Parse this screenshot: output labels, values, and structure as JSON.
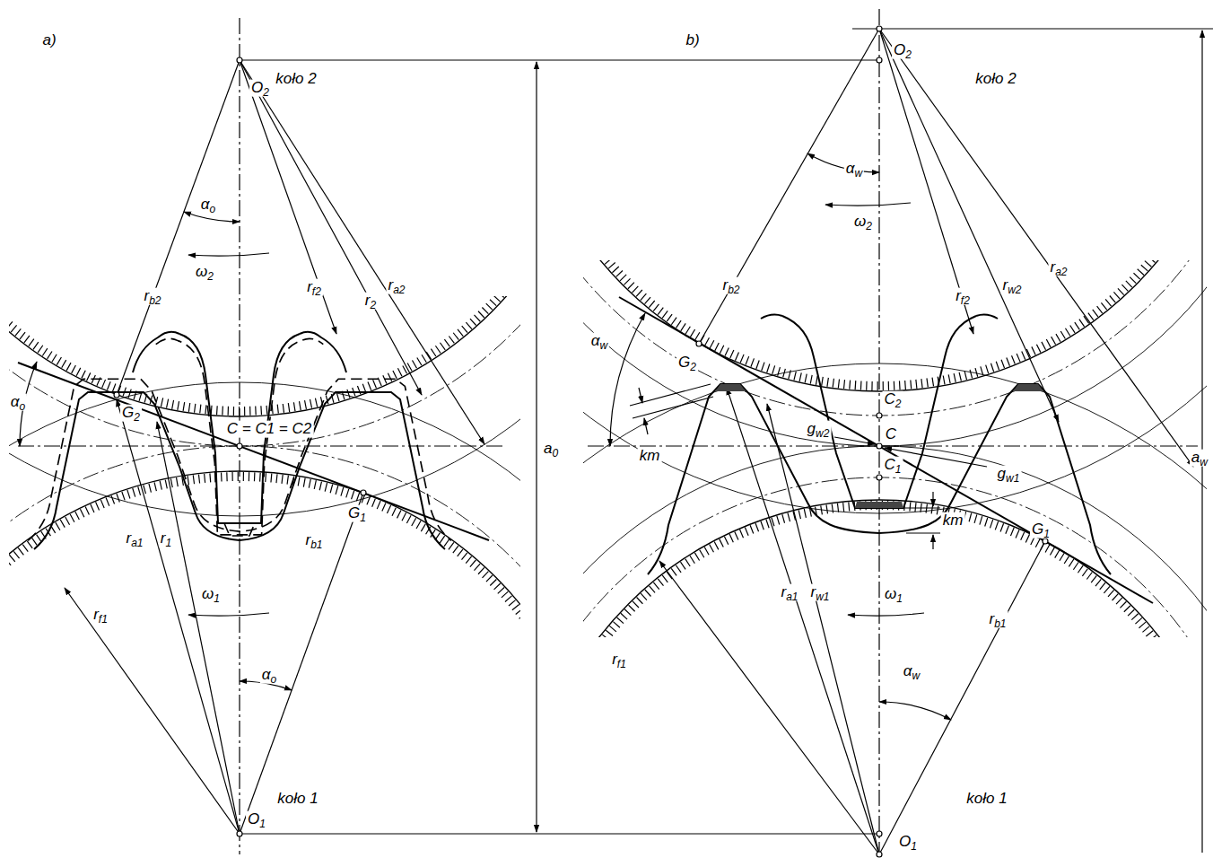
{
  "diagram": {
    "labels": [
      "a)",
      "koło 2",
      "O2",
      "αo",
      "ω2",
      "rb2",
      "rf2",
      "r2",
      "ra2",
      "αo",
      "G2",
      "C = C1 = C2",
      "G1",
      "ra1",
      "r1",
      "rb1",
      "rf1",
      "ω1",
      "αo",
      "koło 1",
      "O1",
      "a0",
      "b)",
      "O2",
      "koło 2",
      "αw",
      "ω2",
      "rb2",
      "rf2",
      "rw2",
      "ra2",
      "αw",
      "G2",
      "km",
      "C2",
      "gw2",
      "C",
      "C1",
      "gw1",
      "km",
      "G1",
      "rf1",
      "ra1",
      "rw1",
      "ω1",
      "rb1",
      "αw",
      "koło 1",
      "O1",
      "aw"
    ]
  }
}
